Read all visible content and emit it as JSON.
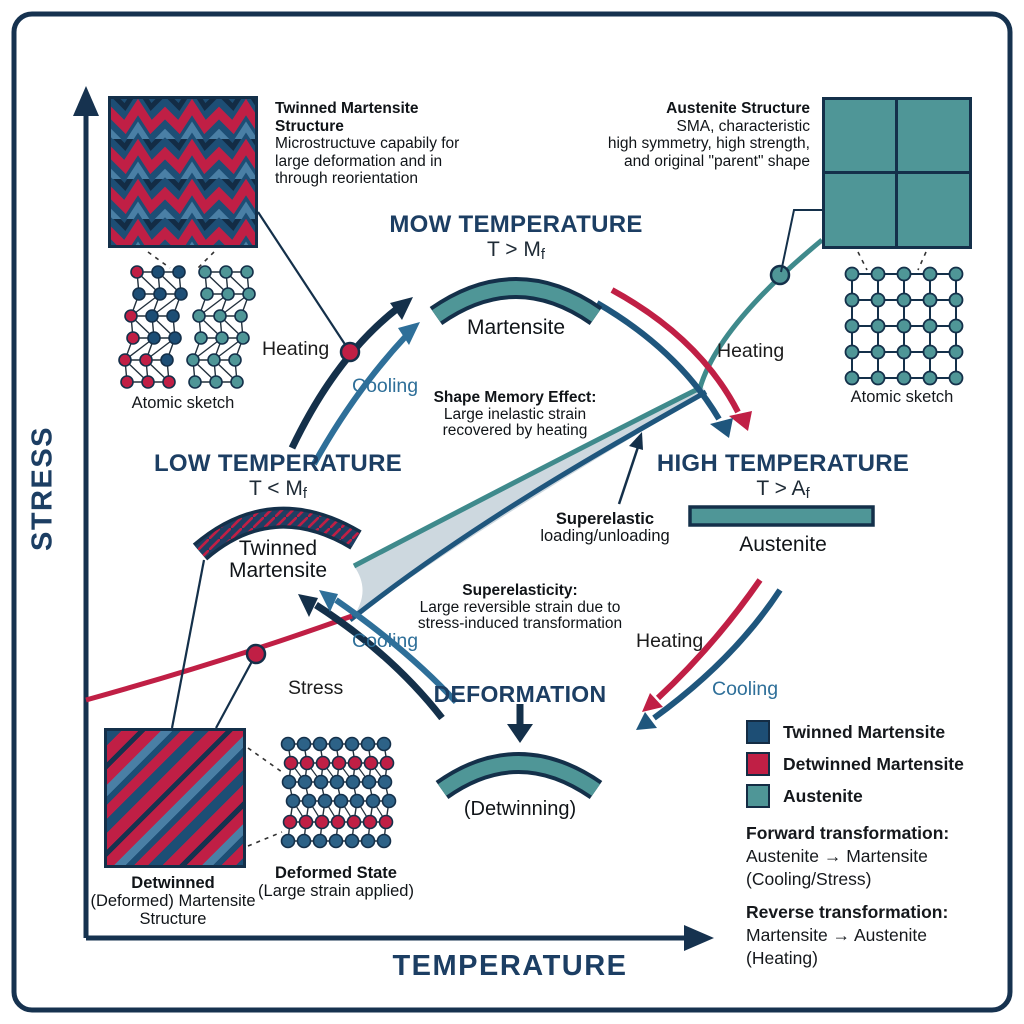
{
  "diagram": {
    "axis": {
      "stress": "STRESS",
      "temperature": "TEMPERATURE"
    },
    "top_left": {
      "title": "Twinned Martensite Structure",
      "lines": [
        "Microstructuve capabily for",
        "large deformation and in",
        "through reorientation"
      ],
      "atomic_sketch": "Atomic sketch"
    },
    "top_right": {
      "title": "Austenite Structure",
      "lines": [
        "SMA, characteristic",
        "high symmetry, high strength,",
        "and original \"parent\" shape"
      ],
      "atomic_sketch": "Atomic sketch"
    },
    "mow": {
      "title": "MOW TEMPERATURE",
      "cond": "T > M",
      "cond_sub": "f",
      "label": "Martensite"
    },
    "low": {
      "title": "LOW TEMPERATURE",
      "cond": "T < M",
      "cond_sub": "f",
      "label1": "Twinned",
      "label2": "Martensite"
    },
    "high": {
      "title": "HIGH TEMPERATURE",
      "cond": "T > A",
      "cond_sub": "f",
      "label": "Austenite"
    },
    "sme": {
      "title": "Shape Memory Effect:",
      "line1": "Large inelastic strain",
      "line2": "recovered by heating"
    },
    "superelastic": {
      "title": "Superelastic",
      "line1": "loading/unloading"
    },
    "superelasticity": {
      "title": "Superelasticity:",
      "line1": "Large reversible strain due to",
      "line2": "stress-induced transformation"
    },
    "deformation": {
      "title": "DEFORMATION",
      "label": "(Detwinning)"
    },
    "labels": {
      "heating_tl": "Heating",
      "cooling_tl": "Cooling",
      "heating_tr": "Heating",
      "cooling_mid": "Cooling",
      "stress_mid": "Stress",
      "heating_br": "Heating",
      "cooling_br": "Cooling"
    },
    "bottom_left": {
      "structure_line1": "Detwinned",
      "structure_line2": "(Deformed) Martensite",
      "structure_line3": "Structure",
      "deformed_title": "Deformed State",
      "deformed_line2": "(Large strain applied)"
    },
    "legend": {
      "items": [
        {
          "label": "Twinned Martensite",
          "color": "#1d4e75"
        },
        {
          "label": "Detwinned Martensite",
          "color": "#c01f45"
        },
        {
          "label": "Austenite",
          "color": "#4f9697"
        }
      ],
      "forward_title": "Forward transformation:",
      "forward_line1": "Austenite → Martensite",
      "forward_line2": "(Cooling/Stress)",
      "reverse_title": "Reverse transformation:",
      "reverse_line1": "Martensite → Austenite",
      "reverse_line2": "(Heating)"
    },
    "colors": {
      "navy": "#16324f",
      "heading": "#1c3e63",
      "steel_blue": "#2e6f99",
      "teal": "#4f9697",
      "crimson": "#c01f45",
      "funnel_fill": "#cdd8df"
    }
  }
}
